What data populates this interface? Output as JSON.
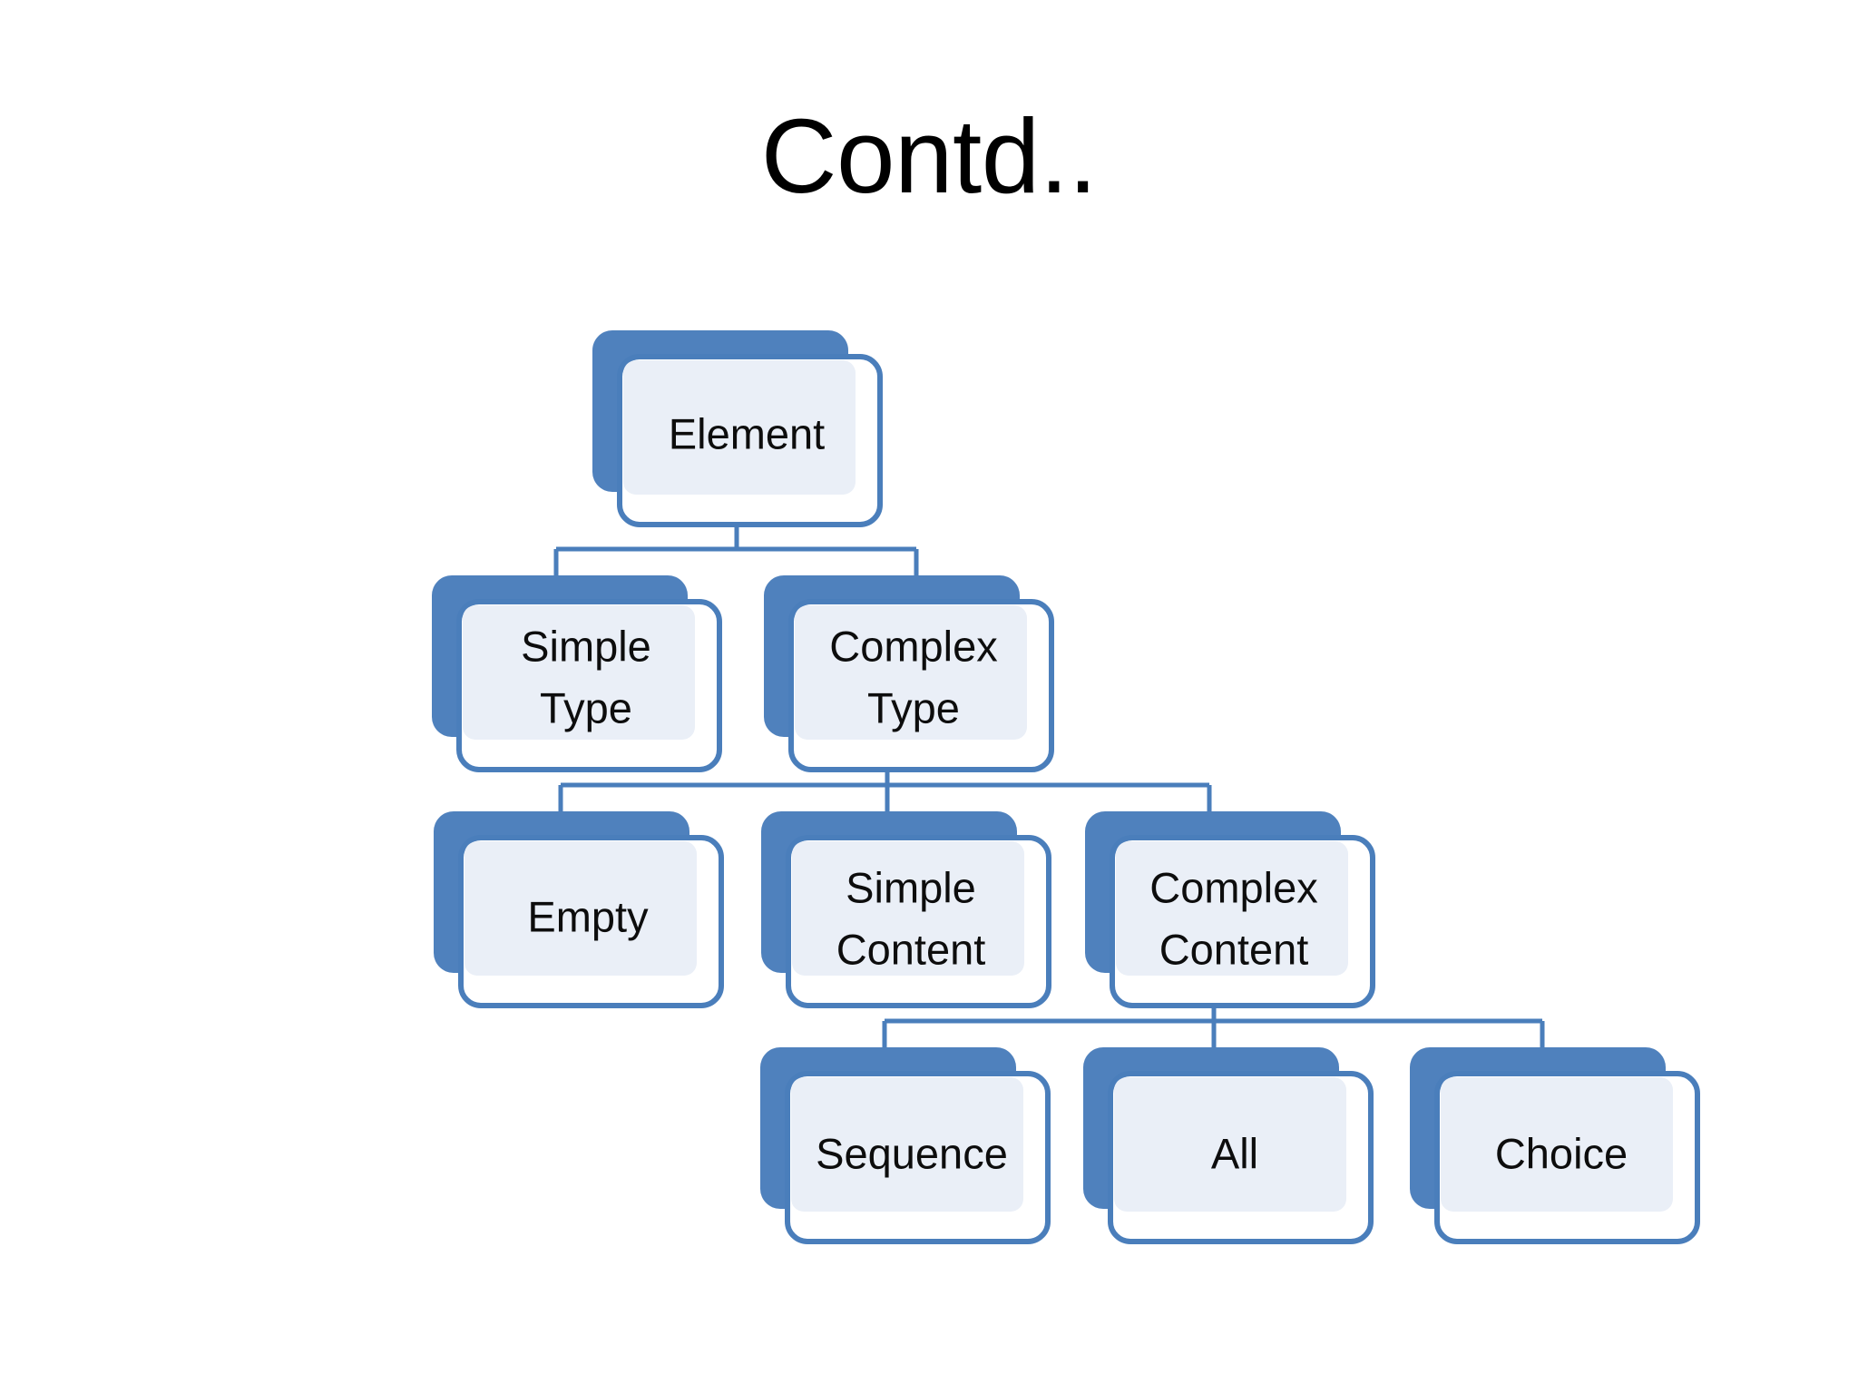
{
  "slide": {
    "title": "Contd..",
    "background_color": "#FFFFFF"
  },
  "theme": {
    "accent_blue": "#4F81BD",
    "node_back_fill": "#4F81BD",
    "node_front_fill": "#FFFFFF",
    "node_front_border": "#4A7EBB",
    "node_inner_fill": "#EAEFF7",
    "connector_color": "#4A7EBB",
    "text_color": "#0D0D0D"
  },
  "chart_data": {
    "type": "diagram",
    "diagram_kind": "hierarchy-tree",
    "title": "Contd..",
    "nodes": [
      {
        "id": "element",
        "label": "Element",
        "lines": [
          "Element"
        ],
        "level": 0
      },
      {
        "id": "simple-type",
        "label": "Simple Type",
        "lines": [
          "Simple",
          "Type"
        ],
        "level": 1
      },
      {
        "id": "complex-type",
        "label": "Complex Type",
        "lines": [
          "Complex",
          "Type"
        ],
        "level": 1
      },
      {
        "id": "empty",
        "label": "Empty",
        "lines": [
          "Empty"
        ],
        "level": 2
      },
      {
        "id": "simple-content",
        "label": "Simple Content",
        "lines": [
          "Simple",
          "Content"
        ],
        "level": 2
      },
      {
        "id": "complex-content",
        "label": "Complex Content",
        "lines": [
          "Complex",
          "Content"
        ],
        "level": 2
      },
      {
        "id": "sequence",
        "label": "Sequence",
        "lines": [
          "Sequence"
        ],
        "level": 3
      },
      {
        "id": "all",
        "label": "All",
        "lines": [
          "All"
        ],
        "level": 3
      },
      {
        "id": "choice",
        "label": "Choice",
        "lines": [
          "Choice"
        ],
        "level": 3
      }
    ],
    "edges": [
      {
        "from": "element",
        "to": "simple-type"
      },
      {
        "from": "element",
        "to": "complex-type"
      },
      {
        "from": "complex-type",
        "to": "empty"
      },
      {
        "from": "complex-type",
        "to": "simple-content"
      },
      {
        "from": "complex-type",
        "to": "complex-content"
      },
      {
        "from": "complex-content",
        "to": "sequence"
      },
      {
        "from": "complex-content",
        "to": "all"
      },
      {
        "from": "complex-content",
        "to": "choice"
      }
    ]
  },
  "nodes": {
    "element": {
      "line1": "Element",
      "line2": ""
    },
    "simple_type": {
      "line1": "Simple",
      "line2": "Type"
    },
    "complex_type": {
      "line1": "Complex",
      "line2": "Type"
    },
    "empty": {
      "line1": "Empty",
      "line2": ""
    },
    "simple_content": {
      "line1": "Simple",
      "line2": "Content"
    },
    "complex_content": {
      "line1": "Complex",
      "line2": "Content"
    },
    "sequence": {
      "line1": "Sequence",
      "line2": ""
    },
    "all": {
      "line1": "All",
      "line2": ""
    },
    "choice": {
      "line1": "Choice",
      "line2": ""
    }
  }
}
